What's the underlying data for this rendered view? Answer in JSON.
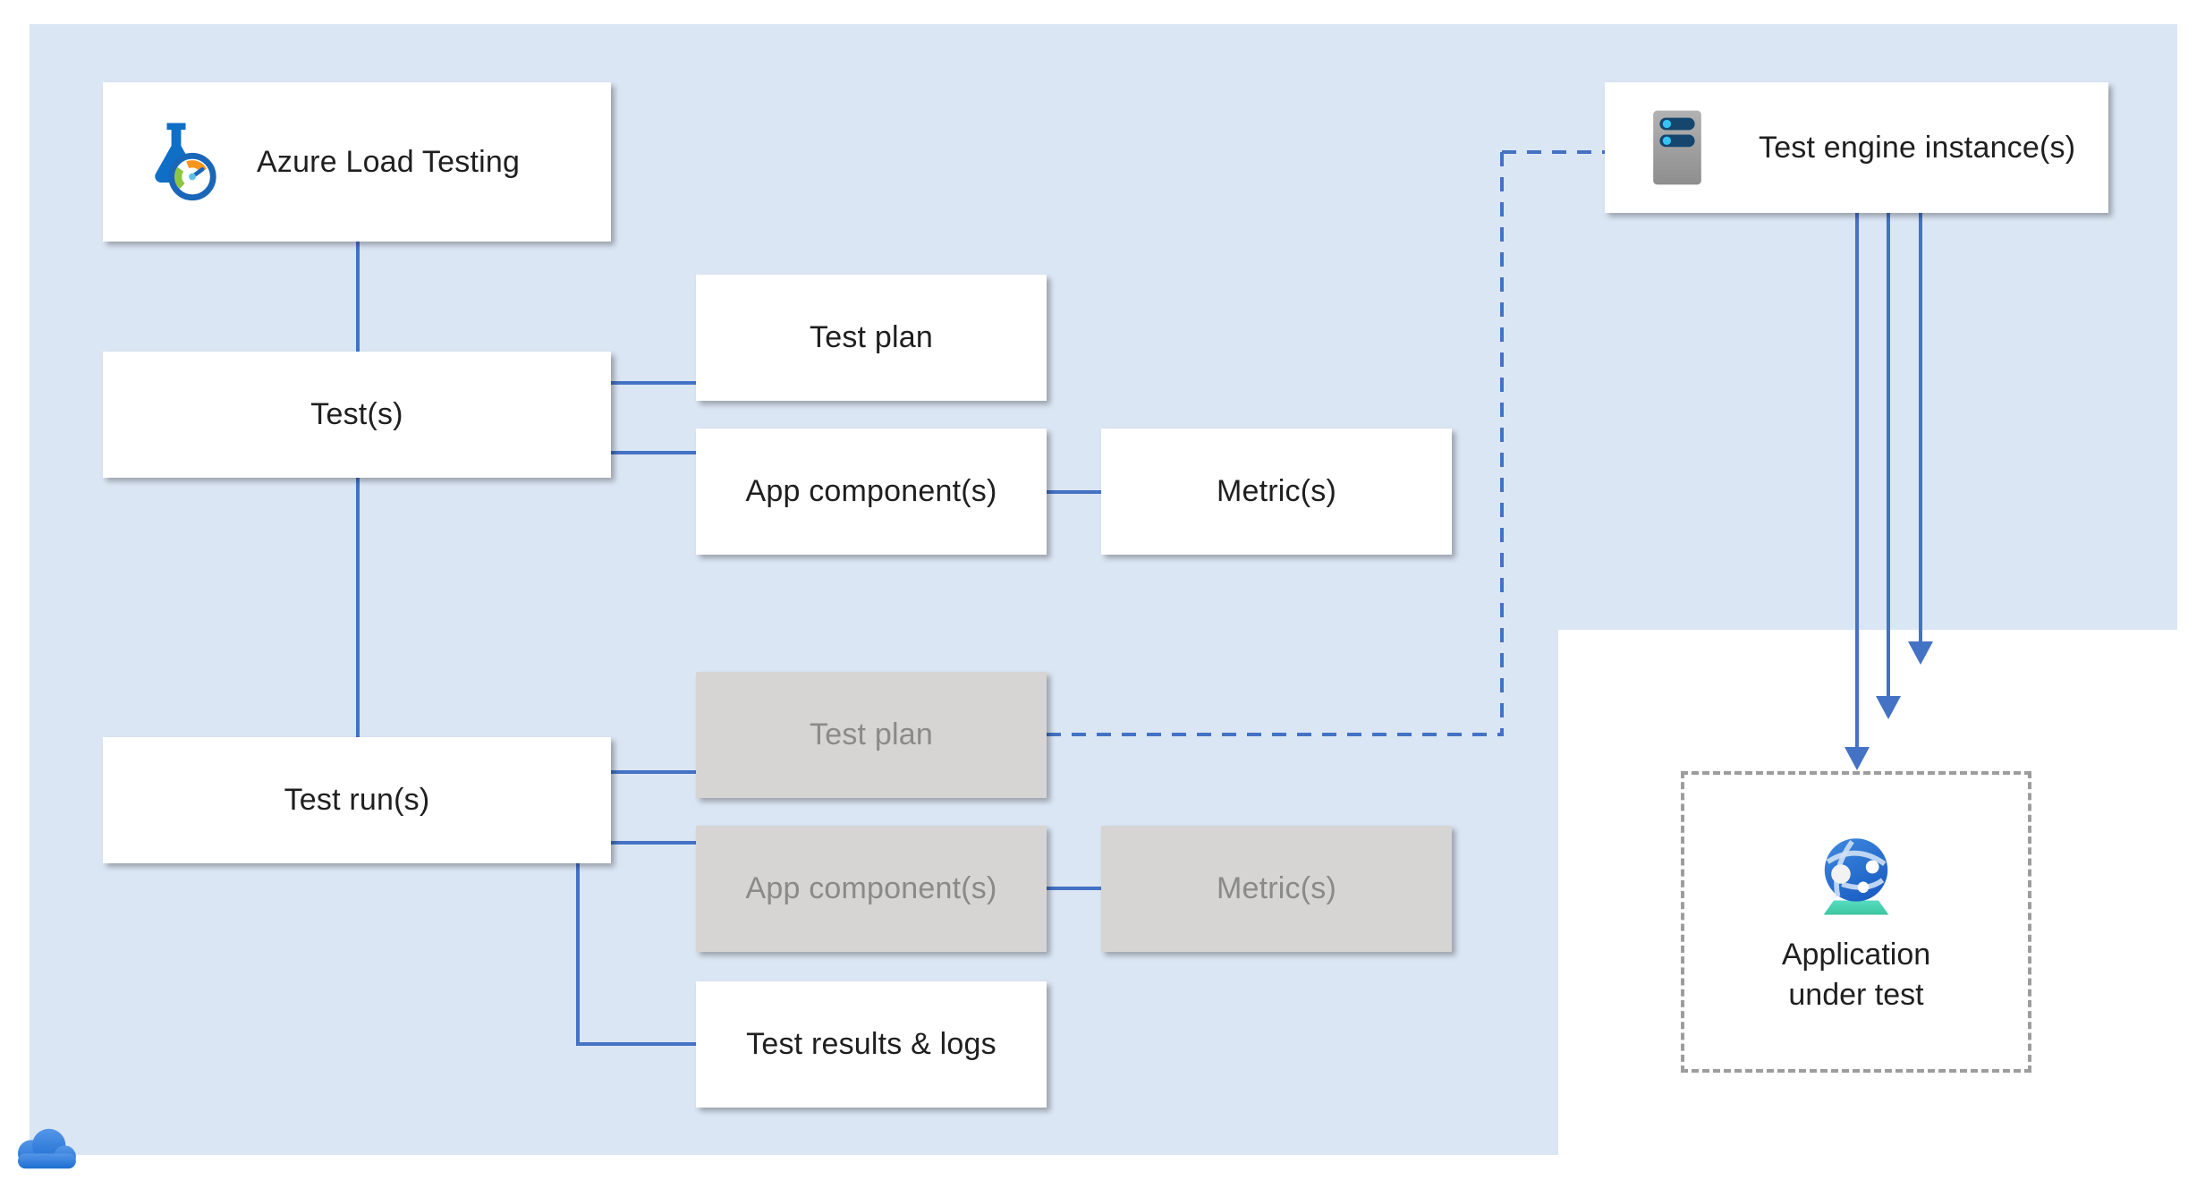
{
  "diagram": {
    "type": "architecture-diagram",
    "product": "Azure Load Testing",
    "nodes": {
      "azure_load_testing": {
        "label": "Azure Load Testing",
        "icon": "load-testing-flask-icon"
      },
      "tests": {
        "label": "Test(s)"
      },
      "test_runs": {
        "label": "Test run(s)"
      },
      "test_plan_config": {
        "label": "Test plan",
        "state": "normal"
      },
      "app_components_config": {
        "label": "App component(s)",
        "state": "normal"
      },
      "metrics_config": {
        "label": "Metric(s)",
        "state": "normal"
      },
      "test_plan_run": {
        "label": "Test plan",
        "state": "grayed"
      },
      "app_components_run": {
        "label": "App component(s)",
        "state": "grayed"
      },
      "metrics_run": {
        "label": "Metric(s)",
        "state": "grayed"
      },
      "test_results": {
        "label": "Test results & logs"
      },
      "test_engine": {
        "label": "Test engine instance(s)",
        "icon": "server-icon"
      },
      "application_under_test": {
        "label_line1": "Application",
        "label_line2": "under test",
        "icon": "globe-icon",
        "border": "dashed"
      }
    },
    "edges": [
      {
        "from": "azure_load_testing",
        "to": "tests",
        "style": "solid"
      },
      {
        "from": "tests",
        "to": "test_runs",
        "style": "solid"
      },
      {
        "from": "tests",
        "to": "test_plan_config",
        "style": "solid"
      },
      {
        "from": "tests",
        "to": "app_components_config",
        "style": "solid"
      },
      {
        "from": "app_components_config",
        "to": "metrics_config",
        "style": "solid"
      },
      {
        "from": "test_runs",
        "to": "test_plan_run",
        "style": "solid"
      },
      {
        "from": "test_runs",
        "to": "app_components_run",
        "style": "solid"
      },
      {
        "from": "app_components_run",
        "to": "metrics_run",
        "style": "solid"
      },
      {
        "from": "test_runs",
        "to": "test_results",
        "style": "solid"
      },
      {
        "from": "test_plan_run",
        "to": "test_engine",
        "style": "dashed"
      },
      {
        "from": "test_engine",
        "to": "application_under_test",
        "style": "solid-arrows",
        "count": 3
      }
    ],
    "decorations": {
      "cloud_icon": "azure-cloud-icon"
    },
    "colors": {
      "background_blue": "#dbe6f4",
      "background_white": "#ffffff",
      "connector_blue": "#4472c4",
      "gray_node_fill": "#d6d5d3",
      "gray_node_text": "#8a8a8a",
      "dashed_border_gray": "#9d9d9d",
      "flask_blue": "#0f6fc6",
      "gauge_green": "#8dc63f",
      "gauge_orange": "#f7941d",
      "server_gray": "#9a9a9a",
      "server_bar_navy": "#14466e",
      "server_dot_cyan": "#35c3f3",
      "globe_blue": "#2a72d4",
      "globe_base_teal": "#45d0ac",
      "cloud_blue": "#2e7cd6"
    }
  }
}
